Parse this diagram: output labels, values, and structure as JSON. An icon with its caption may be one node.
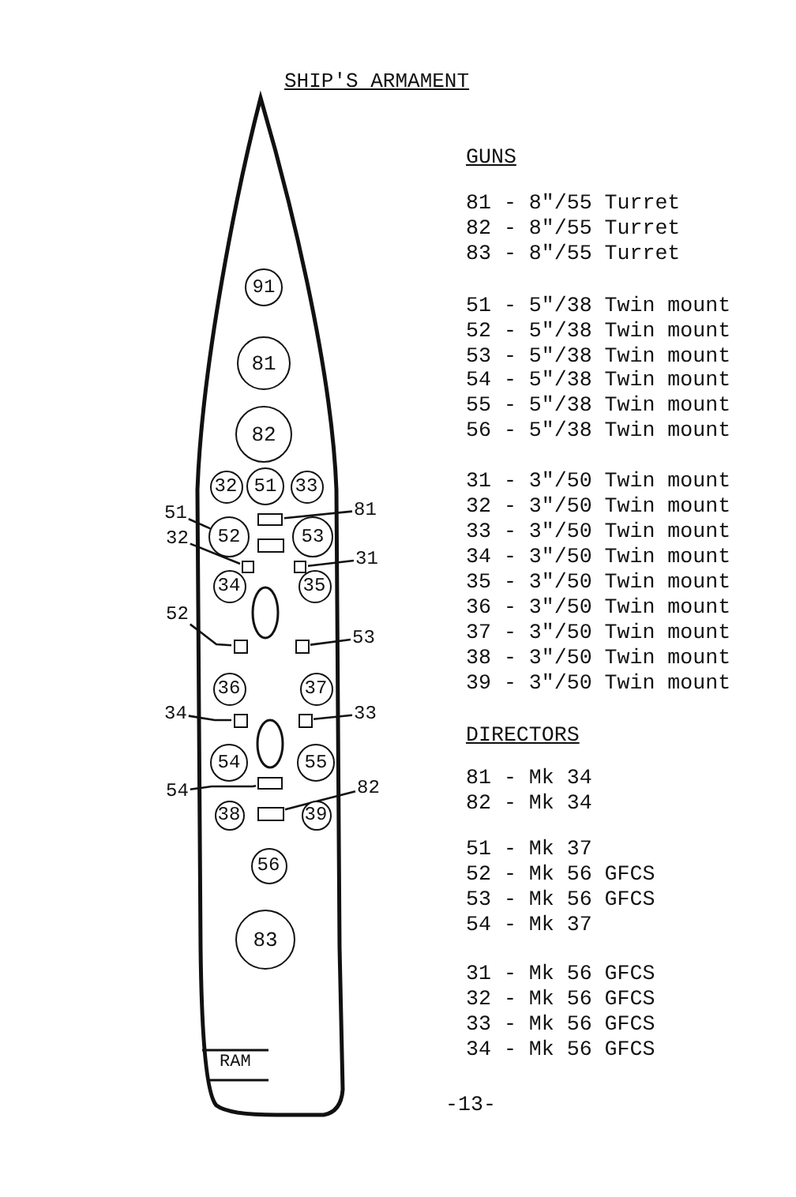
{
  "diagram": {
    "title": "SHIP'S ARMAMENT",
    "nodes": [
      {
        "text": [
          "91"
        ]
      },
      {
        "text": [
          "81"
        ]
      },
      {
        "text": [
          "82"
        ]
      },
      {
        "text": [
          "32"
        ]
      },
      {
        "text": [
          "51"
        ]
      },
      {
        "text": [
          "33"
        ]
      },
      {
        "text": [
          "52"
        ]
      },
      {
        "text": [
          "53"
        ]
      },
      {
        "text": [
          "34"
        ]
      },
      {
        "text": [
          "35"
        ]
      },
      {
        "text": [
          "36"
        ]
      },
      {
        "text": [
          "37"
        ]
      },
      {
        "text": [
          "54"
        ]
      },
      {
        "text": [
          "55"
        ]
      },
      {
        "text": [
          "38"
        ]
      },
      {
        "text": [
          "39"
        ]
      },
      {
        "text": [
          "56"
        ]
      },
      {
        "text": [
          "83"
        ]
      },
      {
        "text": [],
        "shape": "box"
      },
      {
        "text": [],
        "shape": "box"
      },
      {
        "text": [],
        "shape": "box"
      },
      {
        "text": [],
        "shape": "box"
      },
      {
        "text": [],
        "shape": "box"
      },
      {
        "text": [],
        "shape": "box"
      },
      {
        "text": [],
        "shape": "box"
      },
      {
        "text": [],
        "shape": "box"
      },
      {
        "text": [],
        "shape": "box"
      },
      {
        "text": [],
        "shape": "box"
      },
      {
        "text": [
          "51"
        ]
      },
      {
        "text": [
          "81"
        ]
      },
      {
        "text": [
          "32"
        ]
      },
      {
        "text": [
          "31"
        ]
      },
      {
        "text": [
          "52"
        ]
      },
      {
        "text": [
          "53"
        ]
      },
      {
        "text": [
          "34"
        ]
      },
      {
        "text": [
          "33"
        ]
      },
      {
        "text": [
          "54"
        ]
      },
      {
        "text": [
          "82"
        ]
      }
    ],
    "edges": [
      {
        "from": 28,
        "to": 6,
        "arrow": "none"
      },
      {
        "from": 29,
        "to": 18,
        "arrow": "none"
      },
      {
        "from": 30,
        "to": 20,
        "arrow": "none"
      },
      {
        "from": 31,
        "to": 21,
        "arrow": "none"
      },
      {
        "from": 32,
        "to": 22,
        "arrow": "none"
      },
      {
        "from": 33,
        "to": 23,
        "arrow": "none"
      },
      {
        "from": 34,
        "to": 24,
        "arrow": "none"
      },
      {
        "from": 35,
        "to": 25,
        "arrow": "none"
      },
      {
        "from": 36,
        "to": 26,
        "arrow": "none"
      },
      {
        "from": 37,
        "to": 27,
        "arrow": "none"
      }
    ],
    "labels": [
      "GUNS",
      "81 - 8\"/55 Turret",
      "82 - 8\"/55 Turret",
      "83 - 8\"/55 Turret",
      "51 - 5\"/38 Twin mount",
      "52 - 5\"/38 Twin mount",
      "53 - 5\"/38 Twin mount",
      "54 - 5\"/38 Twin mount",
      "55 - 5\"/38 Twin mount",
      "56 - 5\"/38 Twin mount",
      "31 - 3\"/50 Twin mount",
      "32 - 3\"/50 Twin mount",
      "33 - 3\"/50 Twin mount",
      "34 - 3\"/50 Twin mount",
      "35 - 3\"/50 Twin mount",
      "36 - 3\"/50 Twin mount",
      "37 - 3\"/50 Twin mount",
      "38 - 3\"/50 Twin mount",
      "39 - 3\"/50 Twin mount",
      "DIRECTORS",
      "81 - Mk 34",
      "82 - Mk 34",
      "51 - Mk 37",
      "52 - Mk 56 GFCS",
      "53 - Mk 56 GFCS",
      "54 - Mk 37",
      "31 - Mk 56 GFCS",
      "32 - Mk 56 GFCS",
      "33 - Mk 56 GFCS",
      "34 - Mk 56 GFCS",
      "RAM",
      "-13-"
    ]
  }
}
